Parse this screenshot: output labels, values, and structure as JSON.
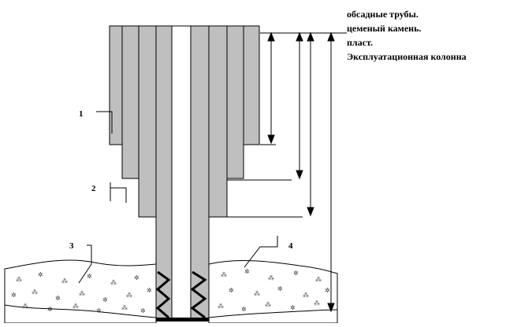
{
  "legend": {
    "line1": "обсадные трубы.",
    "line2": "цеменый камень.",
    "line3": "пласт.",
    "line4": "Эксплуатационная колонна"
  },
  "labels": {
    "n1": "1",
    "n2": "2",
    "n3": "3",
    "n4": "4"
  },
  "colors": {
    "casing_fill": "#bfbfbf",
    "bore_fill": "#ffffff",
    "stroke": "#000000",
    "formation_fill": "#ffffff"
  }
}
